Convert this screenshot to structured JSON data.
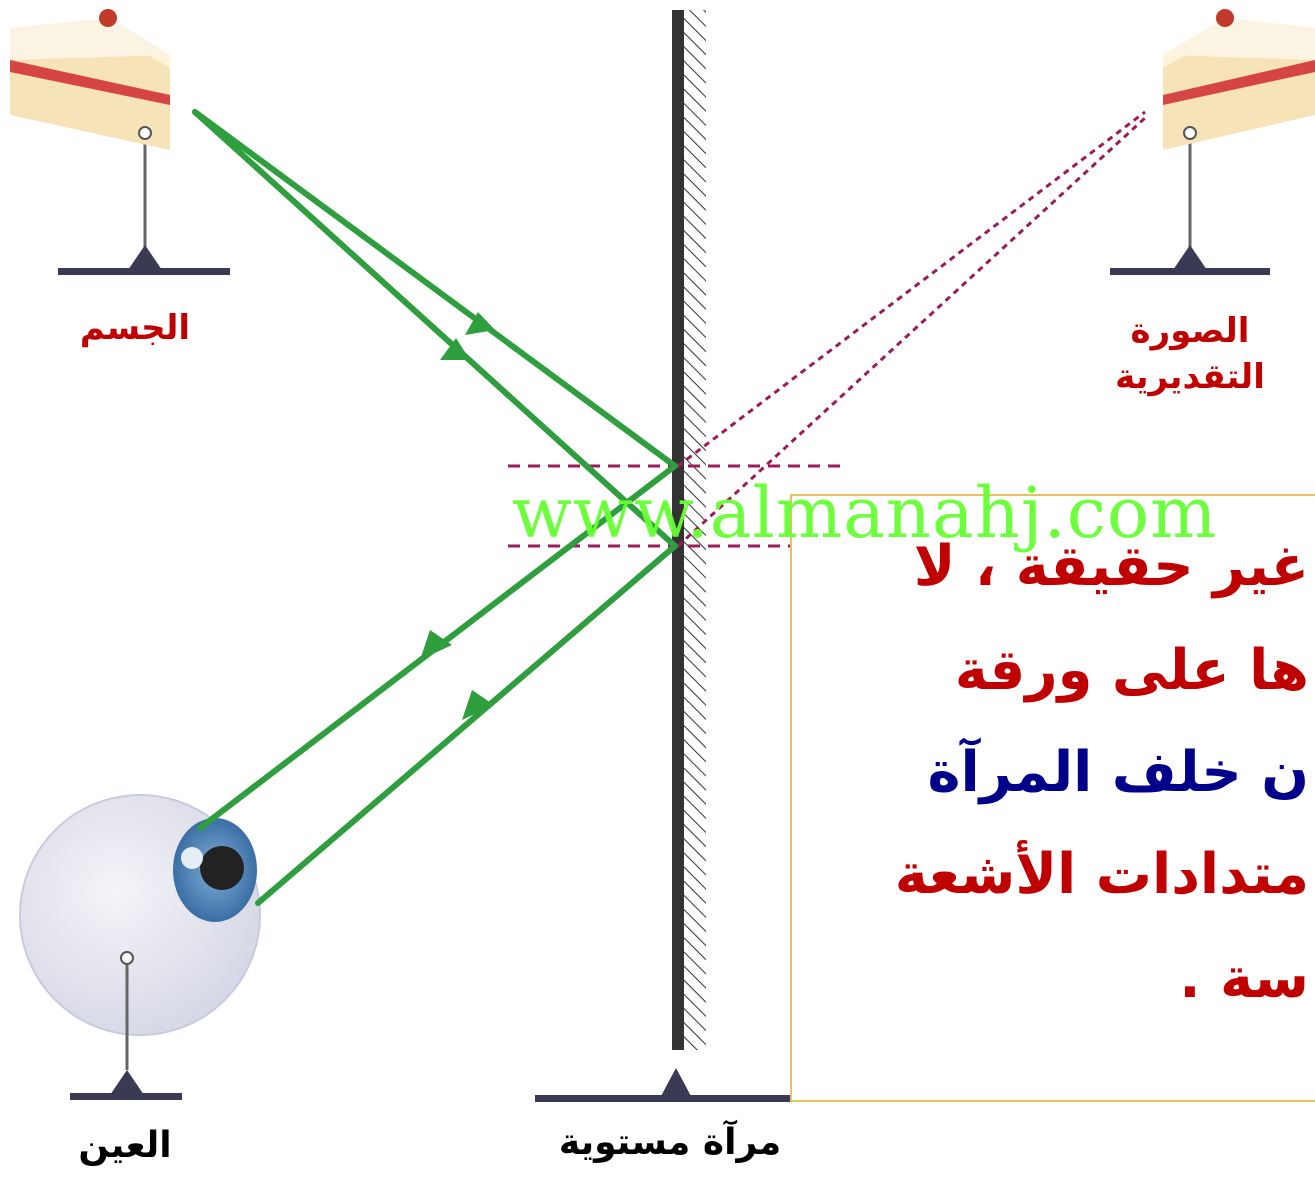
{
  "labels": {
    "object": "الجسم",
    "virtual_image": "الصورة التقديرية",
    "eye": "العين",
    "mirror": "مرآة مستوية"
  },
  "watermark": "www.almanahj.com",
  "textbox": {
    "line1": "غير حقيقة ، لا",
    "line2": "ها على ورقة",
    "line3": "ن خلف المرآة",
    "line4": "متدادات الأشعة",
    "line5": "سة ."
  },
  "colors": {
    "ray": "#2e9e3e",
    "virtual_ray": "#9b1c5a",
    "label_red": "#c00000",
    "label_blue": "#00008b",
    "watermark": "#66ff33"
  }
}
